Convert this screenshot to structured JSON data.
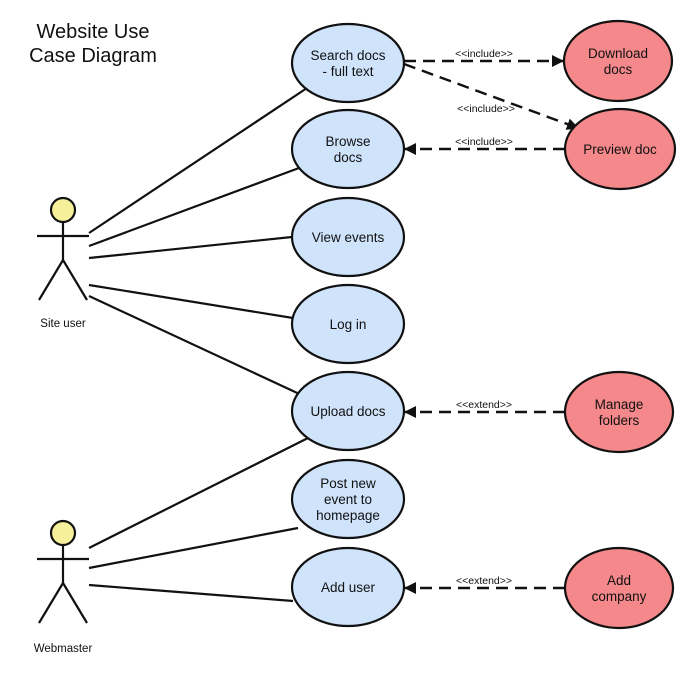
{
  "title": {
    "line1": "Website Use",
    "line2": "Case Diagram"
  },
  "actors": [
    {
      "id": "site-user",
      "name": "Site user"
    },
    {
      "id": "webmaster",
      "name": "Webmaster"
    }
  ],
  "use_cases": [
    {
      "id": "search-docs",
      "lines": [
        "Search docs",
        "- full text"
      ],
      "kind": "primary"
    },
    {
      "id": "browse-docs",
      "lines": [
        "Browse",
        "docs"
      ],
      "kind": "primary"
    },
    {
      "id": "view-events",
      "lines": [
        "View events"
      ],
      "kind": "primary"
    },
    {
      "id": "log-in",
      "lines": [
        "Log in"
      ],
      "kind": "primary"
    },
    {
      "id": "upload-docs",
      "lines": [
        "Upload docs"
      ],
      "kind": "primary"
    },
    {
      "id": "post-event",
      "lines": [
        "Post new",
        "event to",
        "homepage"
      ],
      "kind": "primary"
    },
    {
      "id": "add-user",
      "lines": [
        "Add user"
      ],
      "kind": "primary"
    },
    {
      "id": "download-docs",
      "lines": [
        "Download",
        "docs"
      ],
      "kind": "secondary"
    },
    {
      "id": "preview-doc",
      "lines": [
        "Preview doc"
      ],
      "kind": "secondary"
    },
    {
      "id": "manage-folders",
      "lines": [
        "Manage",
        "folders"
      ],
      "kind": "secondary"
    },
    {
      "id": "add-company",
      "lines": [
        "Add",
        "company"
      ],
      "kind": "secondary"
    }
  ],
  "associations": [
    {
      "actor": "site-user",
      "use_case": "search-docs"
    },
    {
      "actor": "site-user",
      "use_case": "browse-docs"
    },
    {
      "actor": "site-user",
      "use_case": "view-events"
    },
    {
      "actor": "site-user",
      "use_case": "log-in"
    },
    {
      "actor": "site-user",
      "use_case": "upload-docs"
    },
    {
      "actor": "webmaster",
      "use_case": "upload-docs"
    },
    {
      "actor": "webmaster",
      "use_case": "post-event"
    },
    {
      "actor": "webmaster",
      "use_case": "add-user"
    }
  ],
  "relationships": [
    {
      "from": "search-docs",
      "to": "download-docs",
      "label": "<<include>>"
    },
    {
      "from": "search-docs",
      "to": "preview-doc",
      "label": "<<include>>"
    },
    {
      "from": "preview-doc",
      "to": "browse-docs",
      "label": "<<include>>"
    },
    {
      "from": "manage-folders",
      "to": "upload-docs",
      "label": "<<extend>>"
    },
    {
      "from": "add-company",
      "to": "add-user",
      "label": "<<extend>>"
    }
  ],
  "colors": {
    "primary_fill": "#cfe3fb",
    "secondary_fill": "#f4888a",
    "actor_head": "#f6f09a",
    "stroke": "#111111",
    "background": "#ffffff"
  }
}
